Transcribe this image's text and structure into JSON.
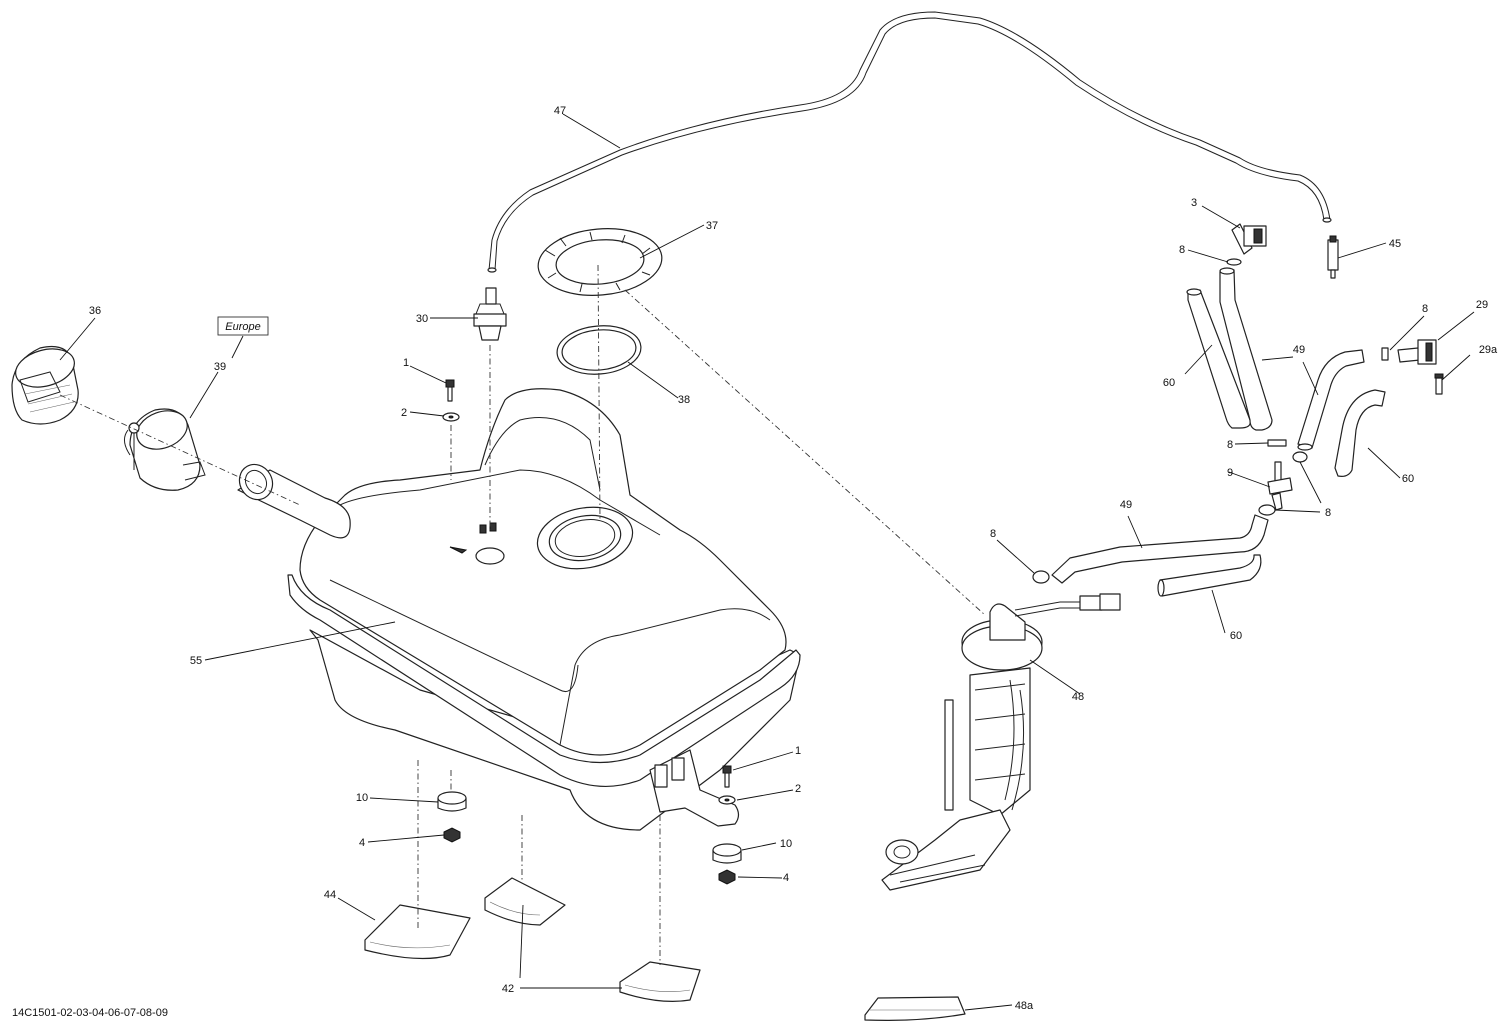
{
  "diagram": {
    "drawing_number": "14C1501-02-03-04-06-07-08-09",
    "region_tag": "Europe",
    "callouts": {
      "c1a": "1",
      "c1b": "1",
      "c2a": "2",
      "c2b": "2",
      "c3": "3",
      "c4a": "4",
      "c4b": "4",
      "c8a": "8",
      "c8b": "8",
      "c8c": "8",
      "c8d": "8",
      "c8e": "8",
      "c9": "9",
      "c10a": "10",
      "c10b": "10",
      "c29": "29",
      "c29a": "29a",
      "c30": "30",
      "c36": "36",
      "c37": "37",
      "c38": "38",
      "c39": "39",
      "c42": "42",
      "c44": "44",
      "c45": "45",
      "c47": "47",
      "c48": "48",
      "c48a": "48a",
      "c49a": "49",
      "c49b": "49",
      "c55": "55",
      "c60a": "60",
      "c60b": "60",
      "c60c": "60"
    }
  }
}
